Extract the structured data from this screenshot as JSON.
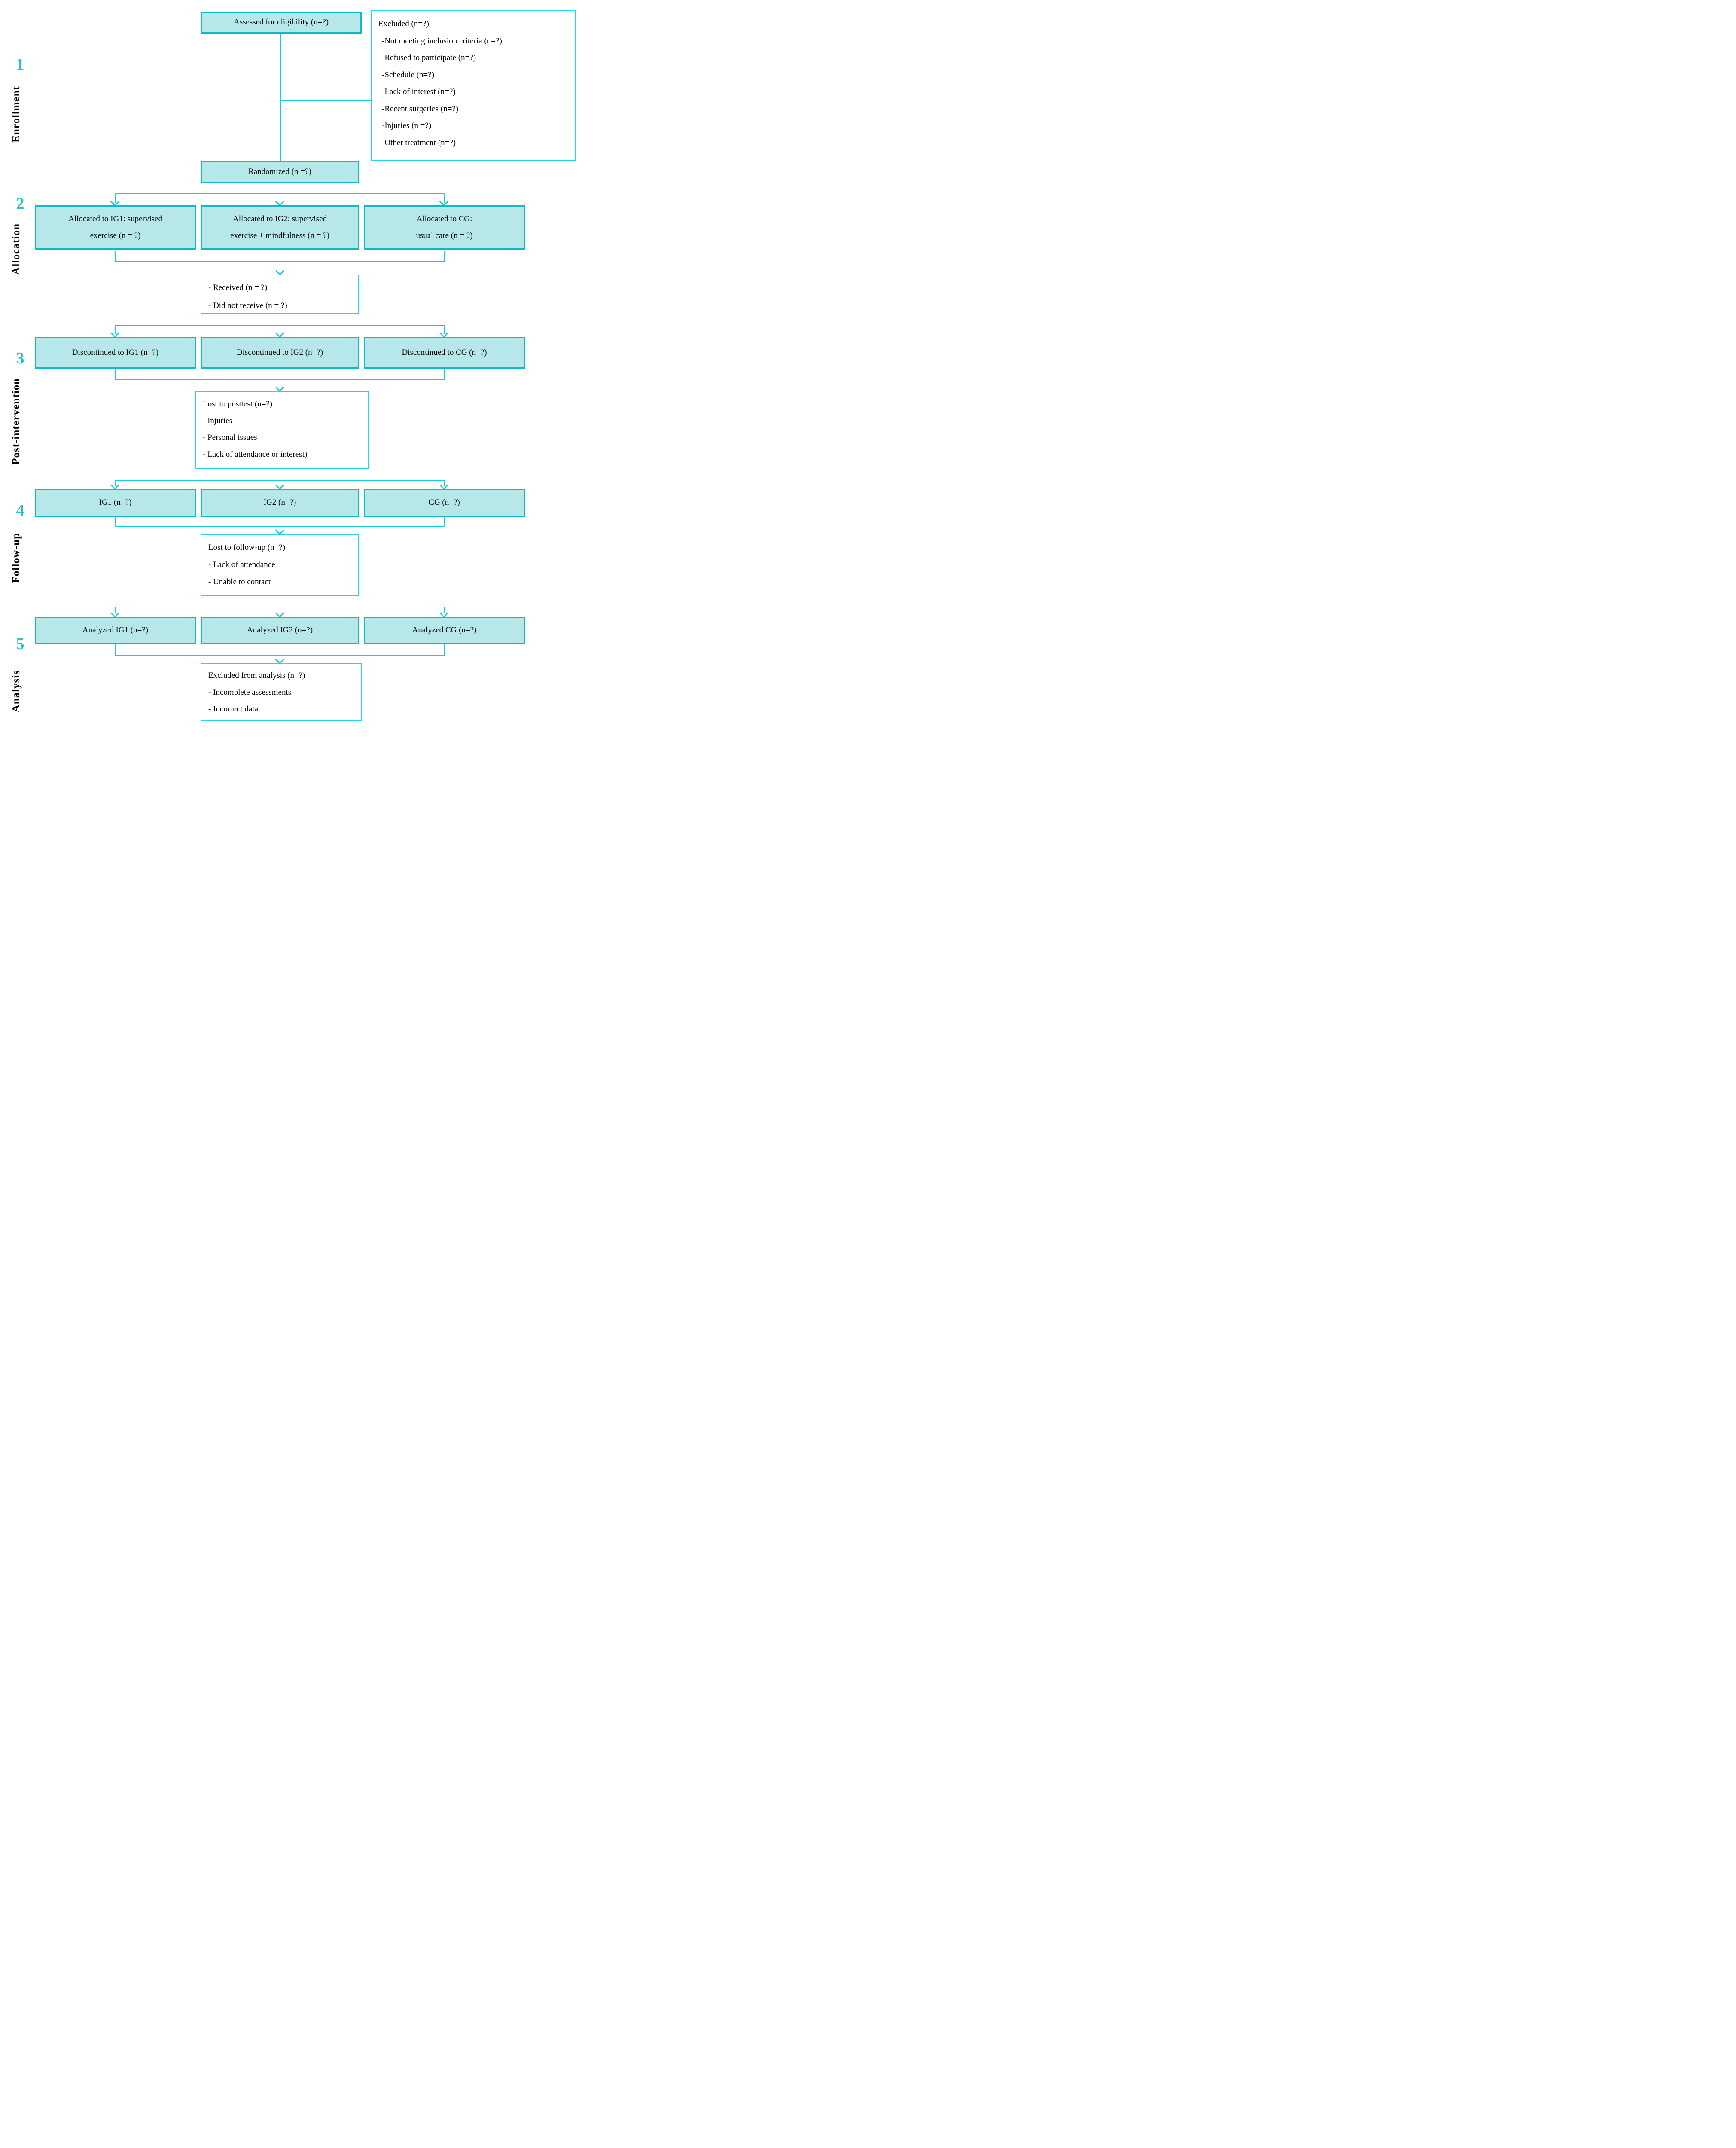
{
  "colors": {
    "box_fill": "#b6e8ea",
    "filled_box_border": "#10b9c6",
    "white_box_border": "#25d6e4",
    "connector_line": "#12cfd8",
    "stage_number": "#2bc0ce",
    "text": "#000000"
  },
  "stages": [
    {
      "number": "1",
      "label": "Enrollment"
    },
    {
      "number": "2",
      "label": "Allocation"
    },
    {
      "number": "3",
      "label": "Post-intervention"
    },
    {
      "number": "4",
      "label": "Follow-up"
    },
    {
      "number": "5",
      "label": "Analysis"
    }
  ],
  "boxes": {
    "assessed": {
      "text": "Assessed for eligibility (n=?)"
    },
    "excluded": {
      "title": "Excluded (n=?)",
      "items": [
        "-Not meeting inclusion criteria (n=?)",
        "-Refused to participate (n=?)",
        "-Schedule (n=?)",
        "-Lack of interest (n=?)",
        "-Recent surgeries (n=?)",
        "-Injuries (n =?)",
        "-Other treatment (n=?)"
      ]
    },
    "randomized": {
      "text": "Randomized (n =?)"
    },
    "allocated": [
      {
        "lines": [
          "Allocated to IG1: supervised",
          "exercise (n = ?)"
        ]
      },
      {
        "lines": [
          "Allocated to IG2: supervised",
          "exercise + mindfulness (n = ?)"
        ]
      },
      {
        "lines": [
          "Allocated to CG:",
          "usual care (n = ?)"
        ]
      }
    ],
    "received": {
      "items": [
        "- Received (n = ?)",
        "- Did not receive (n = ?)"
      ]
    },
    "discontinued": [
      "Discontinued to IG1 (n=?)",
      "Discontinued to IG2 (n=?)",
      "Discontinued to CG (n=?)"
    ],
    "lost_posttest": {
      "title": "Lost to posttest (n=?)",
      "items": [
        "- Injuries",
        "- Personal issues",
        "- Lack of attendance or interest)"
      ]
    },
    "groups": [
      "IG1 (n=?)",
      "IG2 (n=?)",
      "CG (n=?)"
    ],
    "lost_followup": {
      "title": "Lost to follow-up (n=?)",
      "items": [
        "- Lack of attendance",
        "- Unable to contact"
      ]
    },
    "analyzed": [
      "Analyzed IG1 (n=?)",
      "Analyzed IG2 (n=?)",
      "Analyzed CG (n=?)"
    ],
    "excluded_analysis": {
      "title": "Excluded from analysis (n=?)",
      "items": [
        "- Incomplete assessments",
        "- Incorrect data"
      ]
    }
  }
}
